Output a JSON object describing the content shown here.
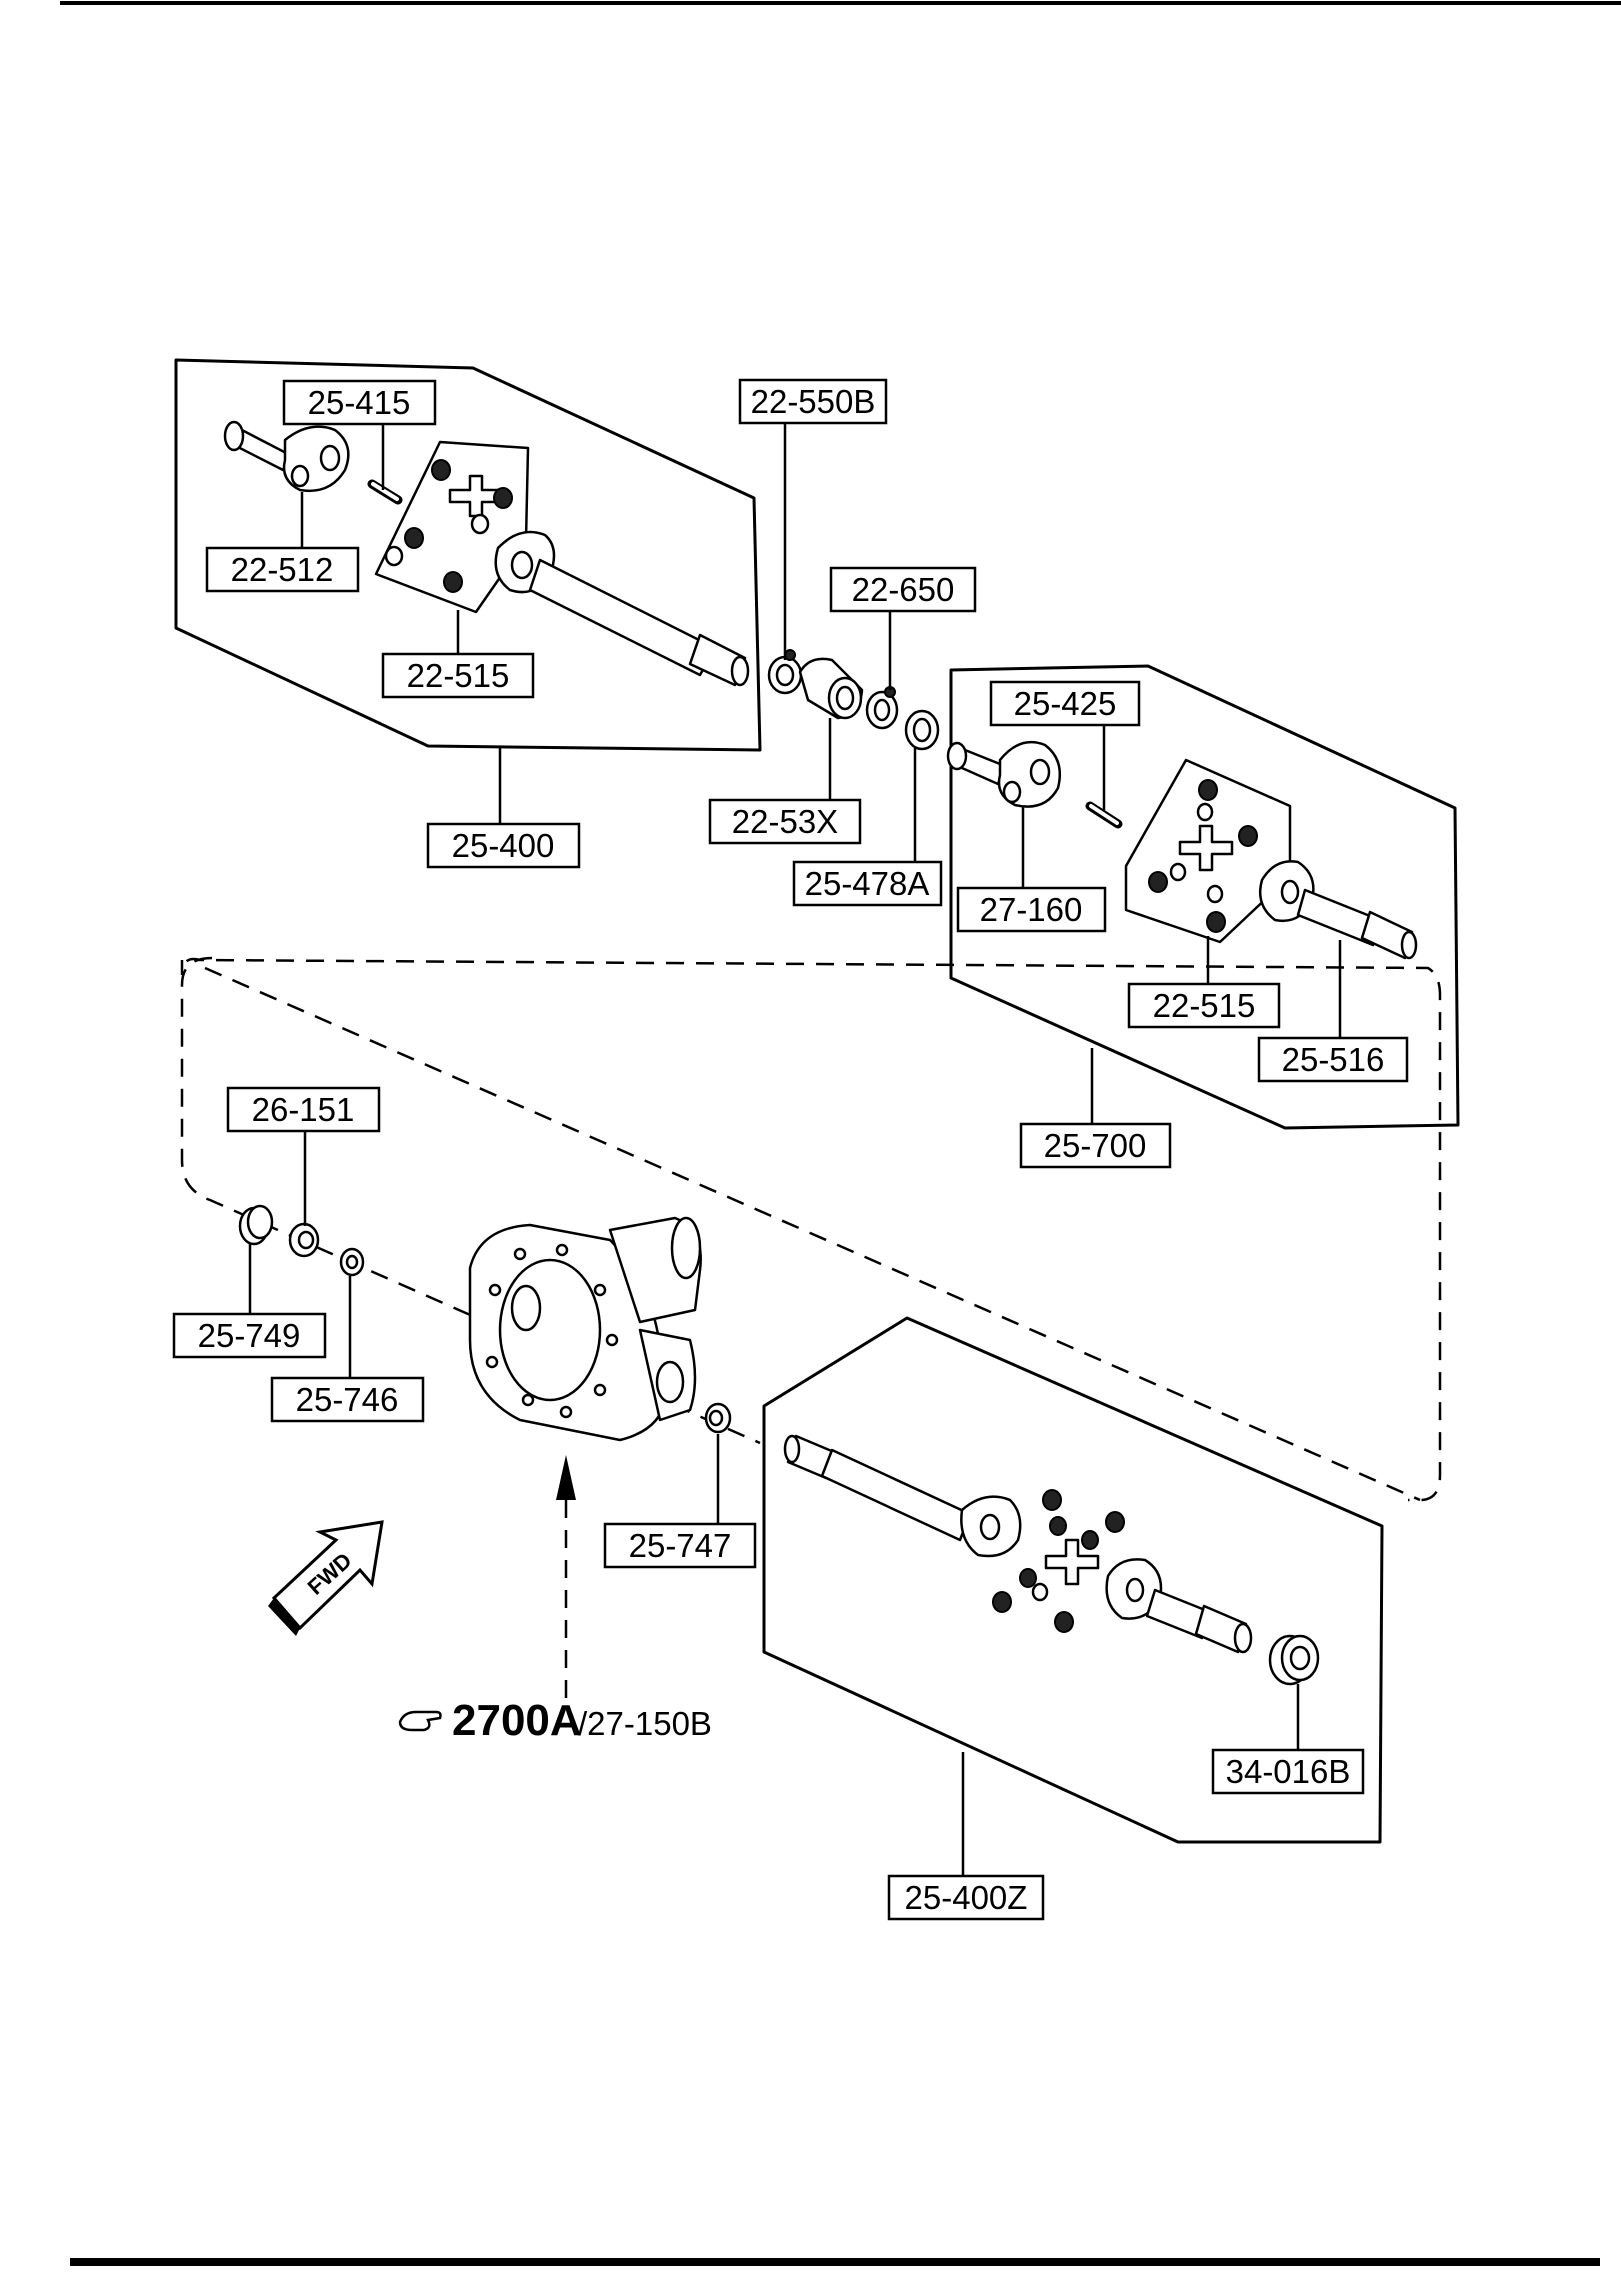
{
  "part_labels": {
    "p25_415": "25-415",
    "p22_512": "22-512",
    "p22_515_a": "22-515",
    "p25_400": "25-400",
    "p22_550B": "22-550B",
    "p22_650": "22-650",
    "p22_53X": "22-53X",
    "p25_478A": "25-478A",
    "p25_425": "25-425",
    "p27_160": "27-160",
    "p22_515_b": "22-515",
    "p25_516": "25-516",
    "p25_700": "25-700",
    "p26_151": "26-151",
    "p25_749": "25-749",
    "p25_746": "25-746",
    "p25_747": "25-747",
    "p34_016B": "34-016B",
    "p25_400Z": "25-400Z"
  },
  "reference": {
    "main": "2700A",
    "sub": "/27-150B"
  },
  "fwd_label": "FWD"
}
